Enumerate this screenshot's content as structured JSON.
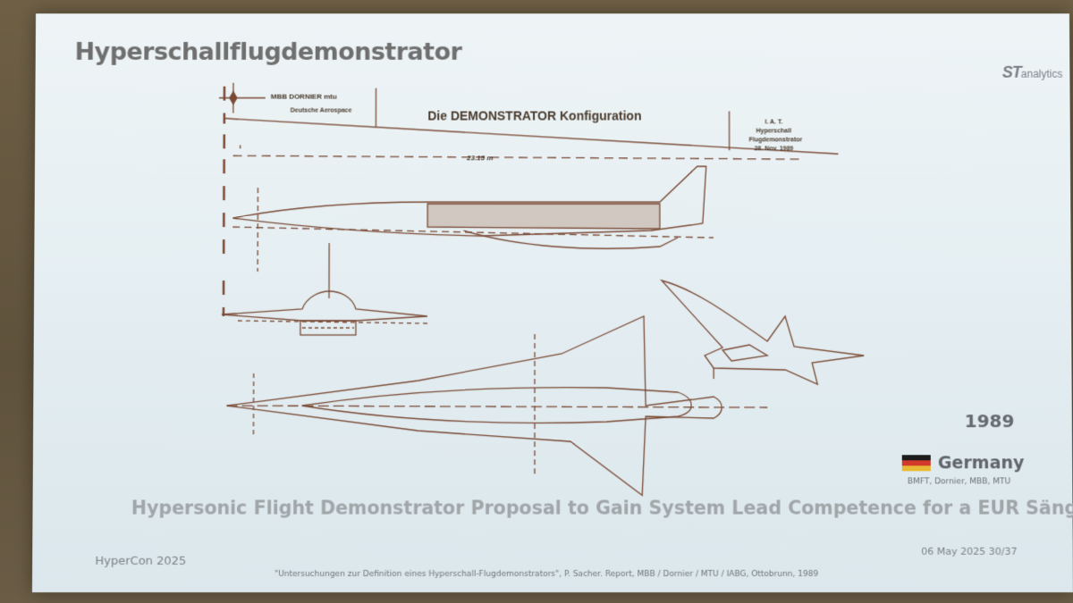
{
  "slide": {
    "title": "Hyperschallflugdemonstrator",
    "logo": {
      "primary": "ST",
      "secondary": "analytics"
    },
    "drawing": {
      "company_marks": "MBB   DORNIER   mtu",
      "company_sub": "Deutsche Aerospace",
      "title": "Die DEMONSTRATOR Konfiguration",
      "info_lines": [
        "I. A. T.",
        "Hyperschall",
        "Flugdemonstrator",
        "28. Nov. 1989"
      ],
      "length_label": "23.15 m"
    },
    "year": "1989",
    "country": "Germany",
    "flag_colors": [
      "#1c1c1c",
      "#d23a2c",
      "#e7b934"
    ],
    "sponsors": "BMFT, Dornier, MBB, MTU",
    "subtitle": "Hypersonic Flight Demonstrator Proposal to Gain System Lead Competence for a EUR Sänger Project",
    "footer_left": "HyperCon 2025",
    "footer_right": "06 May 2025   30/37",
    "citation": "\"Untersuchungen zur Definition eines Hyperschall-Flugdemonstrators\", P. Sacher. Report, MBB / Dornier / MTU / IABG, Ottobrunn, 1989"
  }
}
